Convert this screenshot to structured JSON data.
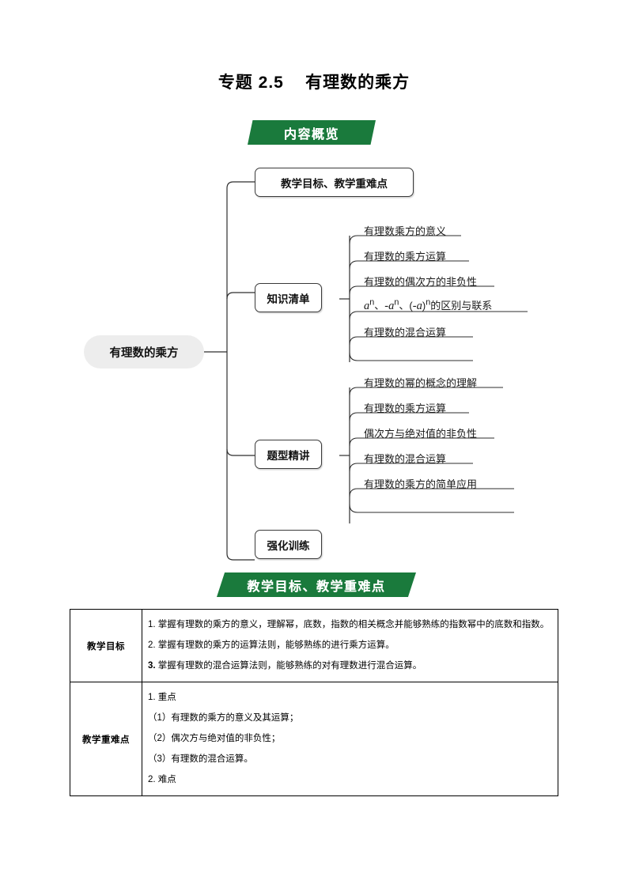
{
  "document": {
    "title": "专题 2.5    有理数的乘方"
  },
  "banners": {
    "overview": "内容概览",
    "objectives": "教学目标、教学重难点"
  },
  "colors": {
    "banner_green": "#1a7a3c",
    "root_node_fill": "#ededed",
    "node_border": "#3a3a3a",
    "table_border": "#000000"
  },
  "mindmap": {
    "root": "有理数的乘方",
    "branches": [
      {
        "label": "教学目标、教学重难点",
        "children": []
      },
      {
        "label": "知识清单",
        "children": [
          "有理数乘方的意义",
          "有理数的乘方运算",
          "有理数的偶次方的非负性",
          "aⁿ、-aⁿ、(-a)ⁿ的区别与联系",
          "有理数的混合运算"
        ]
      },
      {
        "label": "题型精讲",
        "children": [
          "有理数的幂的概念的理解",
          "有理数的乘方运算",
          "偶次方与绝对值的非负性",
          "有理数的混合运算",
          "有理数的乘方的简单应用"
        ]
      },
      {
        "label": "强化训练",
        "children": []
      }
    ]
  },
  "objectives_table": {
    "rows": [
      {
        "header": "教学目标",
        "lines": [
          {
            "text": "1. 掌握有理数的乘方的意义，理解幂，底数，指数的相关概念并能够熟练的指数幂中的底数和指数。",
            "bold": false,
            "wrap": true
          },
          {
            "text": "2. 掌握有理数的乘方的运算法则，能够熟练的进行乘方运算。",
            "bold": false,
            "wrap": false
          },
          {
            "text": "3.",
            "rest": " 掌握有理数的混合运算法则，能够熟练的对有理数进行混合运算。",
            "bold": true,
            "wrap": false
          }
        ]
      },
      {
        "header": "教学重难点",
        "lines": [
          {
            "text": "1. 重点",
            "bold": false,
            "wrap": false
          },
          {
            "text": "（1）有理数的乘方的意义及其运算；",
            "bold": false,
            "wrap": false
          },
          {
            "text": "（2）偶次方与绝对值的非负性；",
            "bold": false,
            "wrap": false
          },
          {
            "text": "（3）有理数的混合运算。",
            "bold": false,
            "wrap": false
          },
          {
            "text": "2. 难点",
            "bold": false,
            "wrap": false
          }
        ]
      }
    ]
  }
}
